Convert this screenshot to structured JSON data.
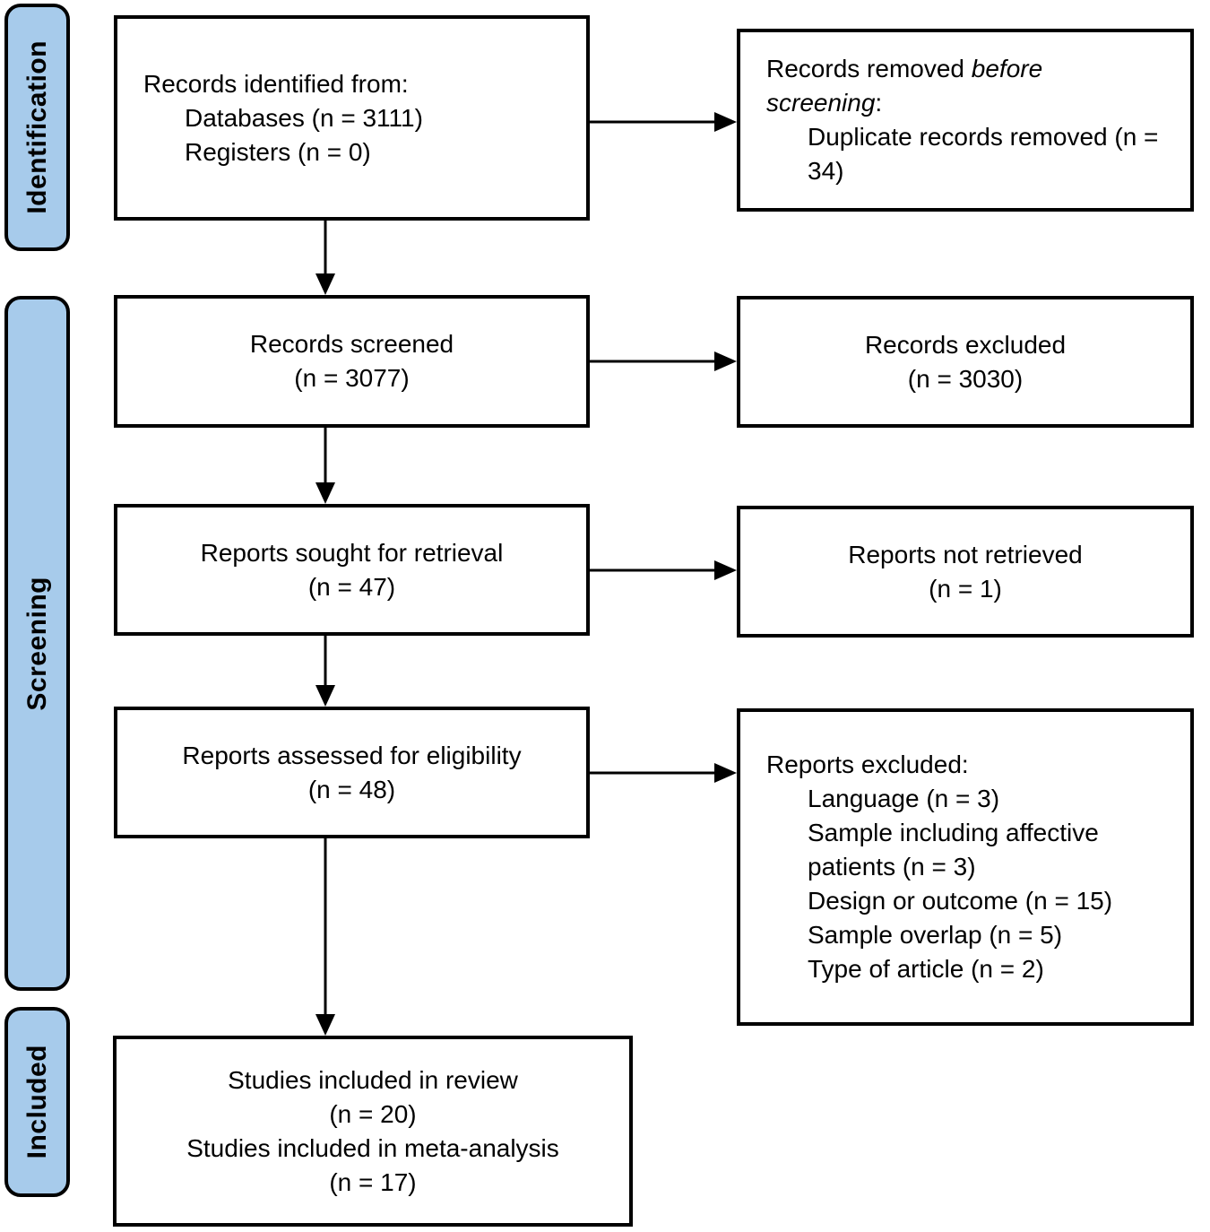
{
  "accent_color": "#A7CBEB",
  "stages": [
    {
      "label": "Identification"
    },
    {
      "label": "Screening"
    },
    {
      "label": "Included"
    }
  ],
  "boxes": {
    "identified": {
      "line1": "Records identified from:",
      "items": [
        "Databases (n = 3111)",
        "Registers (n = 0)"
      ]
    },
    "removed": {
      "prefix": "Records removed ",
      "italic": "before screening",
      "suffix": ":",
      "items": [
        "Duplicate records removed (n = 34)"
      ]
    },
    "screened": {
      "line1": "Records screened",
      "line2": "(n = 3077)"
    },
    "excluded": {
      "line1": "Records excluded",
      "line2": "(n = 3030)"
    },
    "sought": {
      "line1": "Reports sought for retrieval",
      "line2": "(n = 47)"
    },
    "not_retrieved": {
      "line1": "Reports not retrieved",
      "line2": "(n = 1)"
    },
    "assessed": {
      "line1": "Reports assessed for eligibility",
      "line2": "(n = 48)"
    },
    "reports_excluded": {
      "line1": "Reports excluded:",
      "items": [
        "Language (n = 3)",
        "Sample including affective patients (n = 3)",
        "Design or outcome (n = 15)",
        "Sample overlap (n = 5)",
        "Type of article (n = 2)"
      ]
    },
    "included_studies": {
      "lines": [
        "Studies included in review",
        "(n = 20)",
        "Studies included in meta-analysis",
        "(n = 17)"
      ]
    }
  }
}
